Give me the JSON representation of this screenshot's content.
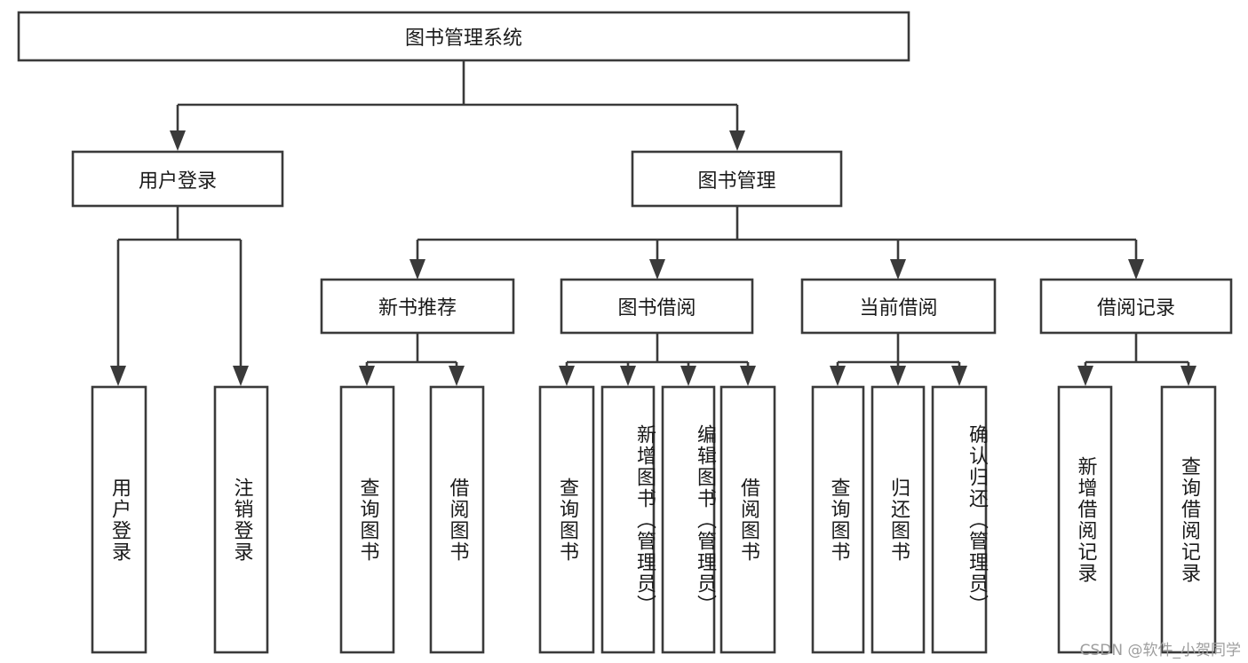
{
  "diagram": {
    "type": "tree-hierarchy-chart",
    "title": "图书管理系统",
    "watermark": "CSDN @软件_小贺同学",
    "colors": {
      "box_fill": "#ffffff",
      "box_stroke": "#3a3a3a",
      "text": "#1a1a1a",
      "watermark": "#9e9e9e",
      "background": "#ffffff"
    },
    "levels": {
      "root": {
        "label": "图书管理系统"
      },
      "level2": [
        {
          "label": "用户登录"
        },
        {
          "label": "图书管理"
        }
      ],
      "level3": [
        {
          "label": "新书推荐"
        },
        {
          "label": "图书借阅"
        },
        {
          "label": "当前借阅"
        },
        {
          "label": "借阅记录"
        }
      ],
      "leaves_user_login": [
        {
          "label": "用户登录"
        },
        {
          "label": "注销登录"
        }
      ],
      "leaves_new_book": [
        {
          "label": "查询图书"
        },
        {
          "label": "借阅图书"
        }
      ],
      "leaves_borrow": [
        {
          "label": "查询图书"
        },
        {
          "label": "新增图书（管理员）"
        },
        {
          "label": "编辑图书（管理员）"
        },
        {
          "label": "借阅图书"
        }
      ],
      "leaves_current": [
        {
          "label": "查询图书"
        },
        {
          "label": "归还图书"
        },
        {
          "label": "确认归还（管理员）"
        }
      ],
      "leaves_record": [
        {
          "label": "新增借阅记录"
        },
        {
          "label": "查询借阅记录"
        }
      ]
    }
  }
}
